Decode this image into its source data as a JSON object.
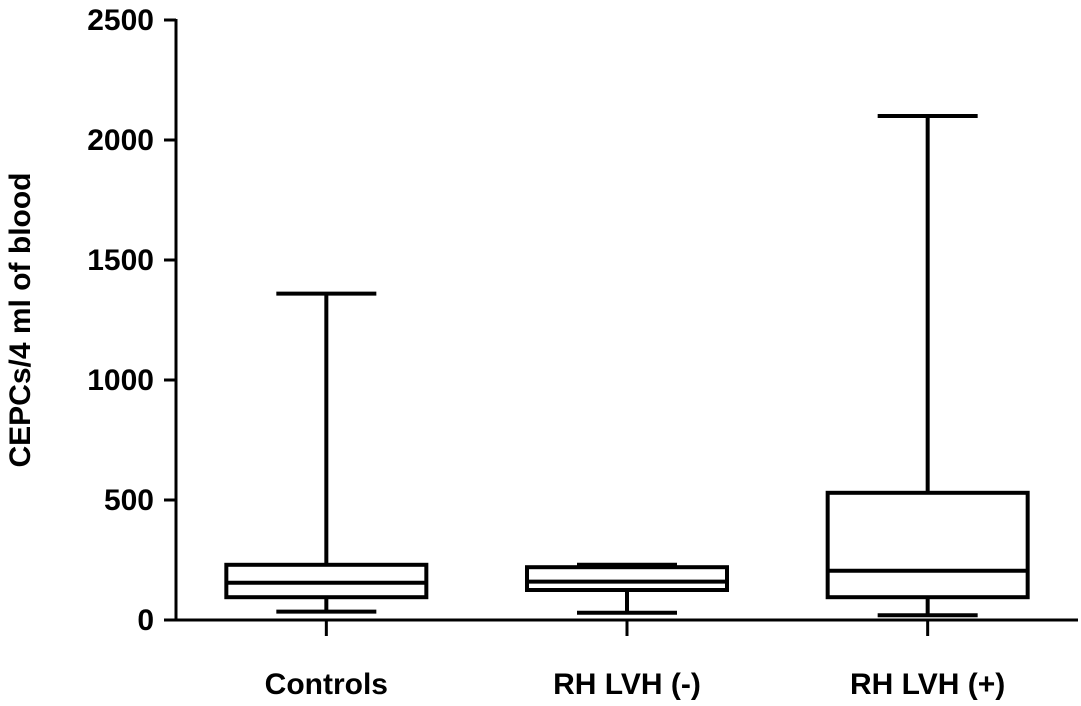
{
  "chart_data": {
    "type": "box",
    "title": "",
    "xlabel": "",
    "ylabel": "CEPCs/4 ml of blood",
    "ylim": [
      0,
      2500
    ],
    "yticks": [
      0,
      500,
      1000,
      1500,
      2000,
      2500
    ],
    "ytick_labels": [
      "0",
      "500",
      "1000",
      "1500",
      "2000",
      "2500"
    ],
    "grid": false,
    "categories": [
      "Controls",
      "RH LVH (-)",
      "RH LVH (+)"
    ],
    "boxes": [
      {
        "name": "Controls",
        "min": 35,
        "q1": 95,
        "median": 155,
        "q3": 230,
        "max": 1360
      },
      {
        "name": "RH LVH (-)",
        "min": 30,
        "q1": 125,
        "median": 160,
        "q3": 220,
        "max": 230
      },
      {
        "name": "RH LVH (+)",
        "min": 20,
        "q1": 95,
        "median": 205,
        "q3": 530,
        "max": 2100
      }
    ]
  }
}
